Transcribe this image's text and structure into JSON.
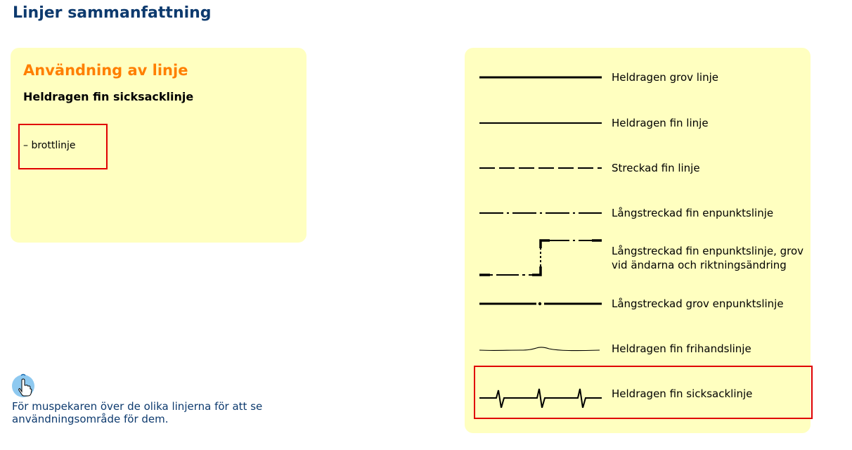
{
  "page": {
    "title": "Linjer sammanfattning"
  },
  "usage": {
    "heading": "Användning av linje",
    "selected_line": "Heldragen fin sicksacklinje",
    "items": [
      "– brottlinje"
    ]
  },
  "hint": {
    "icon": "hand-pointer-icon",
    "text": "För muspekaren över de olika linjerna för att se användningsområde för dem."
  },
  "legend": {
    "selected_index": 7,
    "items": [
      {
        "label": "Heldragen grov linje",
        "swatch": "solid-thick-line-icon"
      },
      {
        "label": "Heldragen fin linje",
        "swatch": "solid-thin-line-icon"
      },
      {
        "label": "Streckad fin linje",
        "swatch": "dashed-thin-line-icon"
      },
      {
        "label": "Långstreckad fin enpunktslinje",
        "swatch": "dash-dot-thin-line-icon"
      },
      {
        "label": "Långstreckad fin enpunktslinje, grov vid ändarna och riktningsändring",
        "swatch": "dash-dot-thick-ends-line-icon"
      },
      {
        "label": "Långstreckad grov enpunktslinje",
        "swatch": "dash-dot-thick-line-icon"
      },
      {
        "label": "Heldragen fin frihandslinje",
        "swatch": "freehand-line-icon"
      },
      {
        "label": "Heldragen fin sicksacklinje",
        "swatch": "zigzag-line-icon"
      }
    ]
  },
  "colors": {
    "panel_background": "#ffffc0",
    "title": "#0d3a6e",
    "heading_accent": "#ff7f00",
    "highlight_border": "#e00000"
  }
}
